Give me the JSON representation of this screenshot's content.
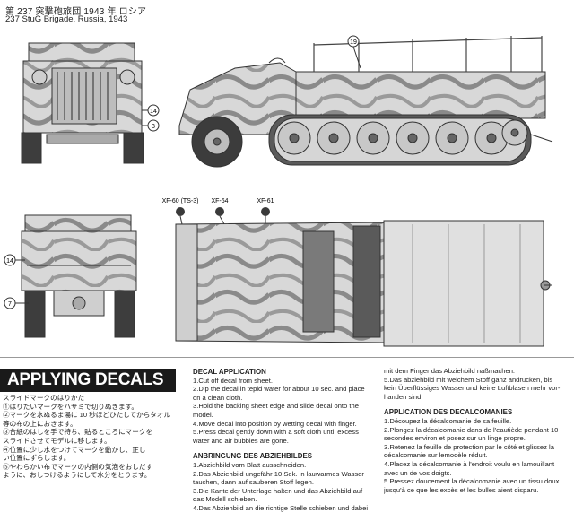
{
  "caption": {
    "japanese": "第 237 突撃砲旅団 1943 年 ロシア",
    "english": "237 StuG Brigade, Russia, 1943"
  },
  "callouts": {
    "c19": "19",
    "c14_top": "14",
    "c3": "3",
    "c14_bottom": "14",
    "c7": "7"
  },
  "paints": [
    {
      "code": "XF-60 (TS-3)",
      "color": "#3a3a3a"
    },
    {
      "code": "XF-64",
      "color": "#3a3a3a"
    },
    {
      "code": "XF-61",
      "color": "#3a3a3a"
    }
  ],
  "colors": {
    "camo_base": "#d8d8d8",
    "camo_stripe": "#8a8a8a",
    "outline": "#333333",
    "banner_bg": "#1a1a1a"
  },
  "applying_decals": {
    "title": "APPLYING DECALS",
    "japanese_lines": [
      "スライドマークのはりかた",
      "①はりたいマークをハサミで切りぬきます。",
      "②マークを水ぬるま湯に 10 秒ほどひたしてからタオル",
      "等の布の上におきます。",
      "③台紙のはしを手で持ち、貼るところにマークを",
      "スライドさせてモデルに移します。",
      "④位置に少し水をつけてマークを動かし、正し",
      "い位置にずらします。",
      "⑤やわらかい布でマークの内側の気泡をおしだす",
      "ように、おしつけるようにして水分をとります。"
    ],
    "english_heading": "DECAL APPLICATION",
    "english_lines": [
      "1.Cut off decal from sheet.",
      "2.Dip the decal in tepid water for about 10 sec. and place",
      "on a clean cloth.",
      "3.Hold the backing sheet edge and slide decal onto the",
      "model.",
      "4.Move decal into position by wetting decal with finger.",
      "5.Press decal gently down with a soft cloth until excess",
      "water and air bubbles are gone."
    ],
    "german_heading": "ANBRINGUNG DES ABZIEHBILDES",
    "german_lines": [
      "1.Abziehbild vom Blatt ausschneiden.",
      "2.Das Abziehbild ungefähr 10 Sek. in lauwarmes Wasser",
      "tauchen, dann auf sauberen Stoff legen.",
      "3.Die Kante der Unterlage halten und das Abziehbild auf",
      "das Modell schieben.",
      "4.Das Abziehbild an die richtige Stelle schieben und dabei"
    ],
    "german_cont_lines": [
      "mit dem Finger das Abziehbild naßmachen.",
      "5.Das abziehbild mit weichem Stoff ganz andrücken, bis",
      "kein Überflüssiges Wasser und keine Luftblasen mehr vor-",
      "handen sind."
    ],
    "french_heading": "APPLICATION DES DECALCOMANIES",
    "french_lines": [
      "1.Découpez la décalcomanie de sa feuille.",
      "2.Plongez la décalcomanie dans de l'eautiède pendant 10",
      "secondes environ et posez sur un linge propre.",
      "3.Retenez la feuille de protection par le côté et glissez la",
      "décalcomanie sur lemodèle réduit.",
      "4.Placez la décalcomanie à l'endroit voulu en lamouillant",
      "avec un de vos doigts.",
      "5.Pressez doucement la décalcomanie avec un tissu doux",
      "jusqu'à ce que les excès et les bulles aient disparu."
    ]
  }
}
